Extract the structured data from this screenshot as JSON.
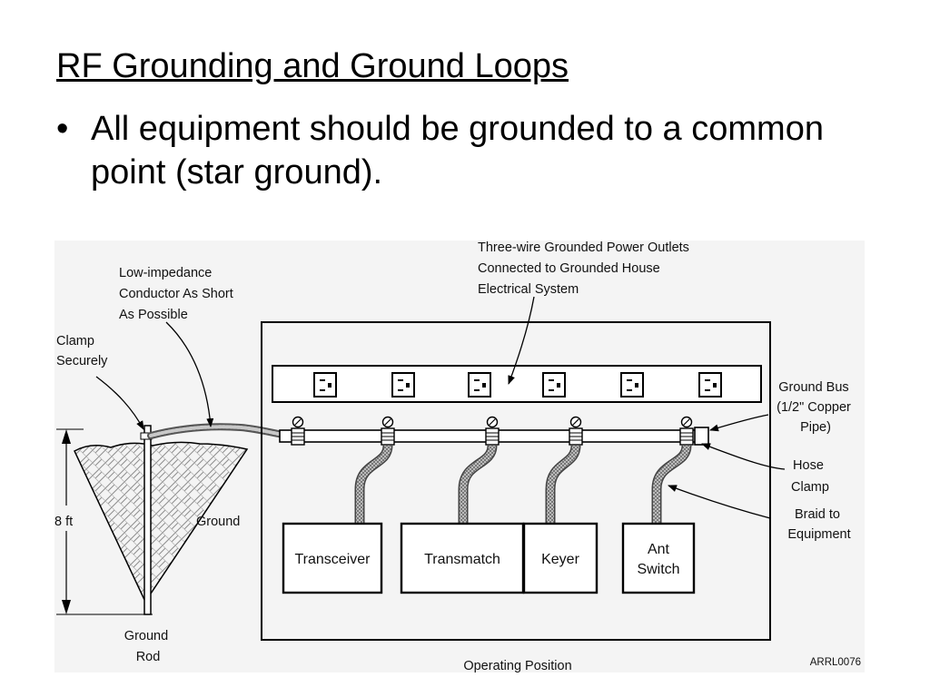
{
  "slide": {
    "title": "RF Grounding and Ground Loops",
    "bullet": "All equipment should be grounded to a common point (star ground)."
  },
  "diagram": {
    "callouts": {
      "outlets": [
        "Three-wire Grounded Power Outlets",
        "Connected to Grounded House",
        "Electrical System"
      ],
      "conductor": [
        "Low-impedance",
        "Conductor As Short",
        "As Possible"
      ],
      "clamp": [
        "Clamp",
        "Securely"
      ],
      "ground_bus": [
        "Ground Bus",
        "(1/2\" Copper",
        "Pipe)"
      ],
      "hose_clamp": [
        "Hose",
        "Clamp"
      ],
      "braid": [
        "Braid to",
        "Equipment"
      ]
    },
    "depth_label": "8 ft",
    "ground_label": "Ground",
    "rod_label": [
      "Ground",
      "Rod"
    ],
    "position_label": "Operating Position",
    "figure_code": "ARRL0076",
    "equipment": [
      {
        "lines": [
          "Transceiver"
        ]
      },
      {
        "lines": [
          "Transmatch"
        ]
      },
      {
        "lines": [
          "Keyer"
        ]
      },
      {
        "lines": [
          "Ant",
          "Switch"
        ]
      }
    ]
  }
}
